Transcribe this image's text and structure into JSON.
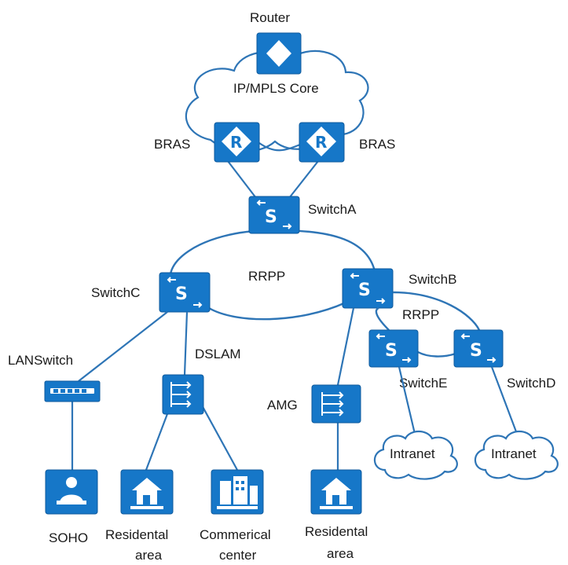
{
  "labels": {
    "router": "Router",
    "core": "IP/MPLS  Core",
    "bras_left": "BRAS",
    "bras_right": "BRAS",
    "switch_a": "SwitchA",
    "rrpp_main": "RRPP",
    "switch_c": "SwitchC",
    "switch_b": "SwitchB",
    "rrpp_sub": "RRPP",
    "lanswitch": "LANSwitch",
    "dslam": "DSLAM",
    "amg": "AMG",
    "switch_e": "SwitchE",
    "switch_d": "SwitchD",
    "intranet_1": "Intranet",
    "intranet_2": "Intranet",
    "soho": "SOHO",
    "residential_1_l1": "Residental",
    "residential_1_l2": "area",
    "commercial_l1": "Commerical",
    "commercial_l2": "center",
    "residential_2_l1": "Residental",
    "residential_2_l2": "area"
  },
  "device_glyphs": {
    "bras": "R",
    "switch": "S"
  },
  "colors": {
    "device": "#1677c8",
    "link": "#2e75b6"
  }
}
